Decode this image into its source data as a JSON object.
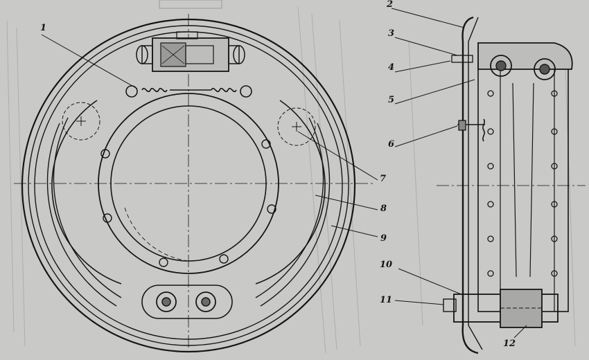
{
  "callouts": [
    {
      "id": "1",
      "label": "1"
    },
    {
      "id": "2",
      "label": "2"
    },
    {
      "id": "3",
      "label": "3"
    },
    {
      "id": "4",
      "label": "4"
    },
    {
      "id": "5",
      "label": "5"
    },
    {
      "id": "6",
      "label": "6"
    },
    {
      "id": "7",
      "label": "7"
    },
    {
      "id": "8",
      "label": "8"
    },
    {
      "id": "9",
      "label": "9"
    },
    {
      "id": "10",
      "label": "10"
    },
    {
      "id": "11",
      "label": "11"
    },
    {
      "id": "12",
      "label": "12"
    }
  ],
  "colors": {
    "paper": "#c9c9c7",
    "ink": "#151515",
    "shade": "#4a4a4a"
  }
}
